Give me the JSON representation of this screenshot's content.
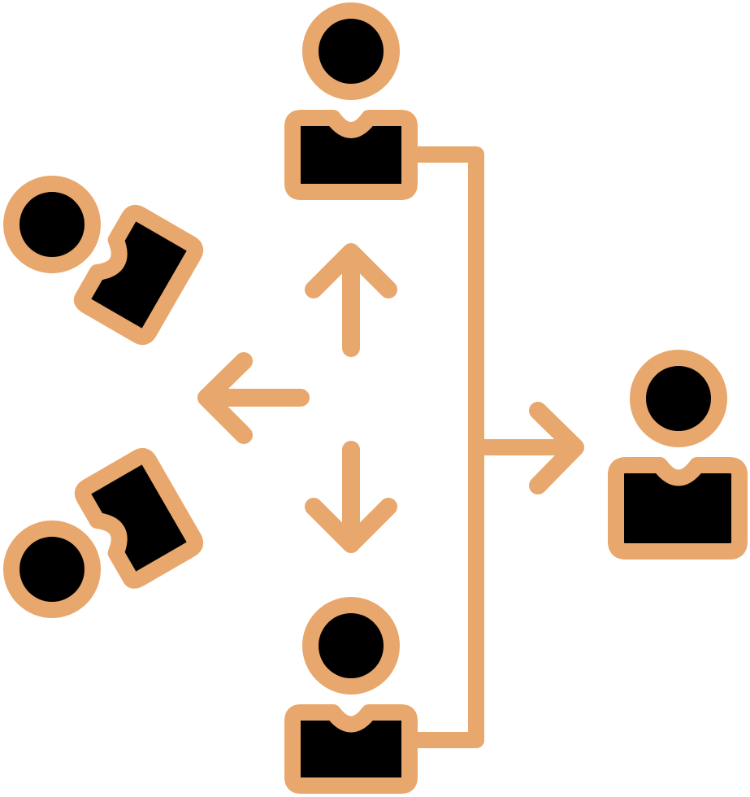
{
  "icon": {
    "name": "team-distribution-network-icon",
    "colors": {
      "outline": "#E8A76C",
      "fill": "#000000",
      "background": "#FFFFFF"
    },
    "elements": [
      "person-top",
      "person-right",
      "person-bottom",
      "person-left-upper",
      "person-left-lower",
      "arrow-up",
      "arrow-left",
      "arrow-down",
      "arrow-right"
    ]
  }
}
